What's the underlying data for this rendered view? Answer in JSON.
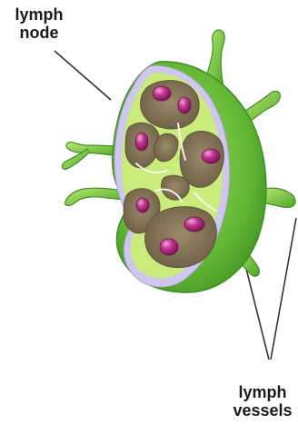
{
  "labels": {
    "node": {
      "line1": "lymph",
      "line2": "node"
    },
    "vessels": {
      "line1": "lymph",
      "line2": "vessels"
    }
  },
  "colors": {
    "capsule_green": "#6cc23a",
    "capsule_dark_green": "#3f8f22",
    "lavender_rim": "#cfc8ec",
    "light_green_tissue": "#c9ec7a",
    "sinus_brown": "#8b7b5e",
    "follicle_magenta": "#b0267f",
    "follicle_highlight": "#e894c9",
    "leader_line": "#333333"
  }
}
